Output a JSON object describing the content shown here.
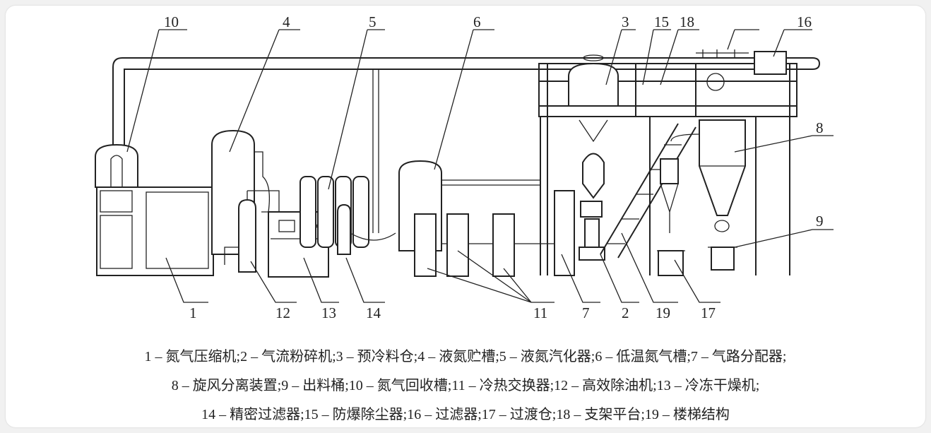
{
  "labels": {
    "n1": "1",
    "n2": "2",
    "n3": "3",
    "n4": "4",
    "n5": "5",
    "n6": "6",
    "n7": "7",
    "n8": "8",
    "n9": "9",
    "n10": "10",
    "n11": "11",
    "n12": "12",
    "n13": "13",
    "n14": "14",
    "n15": "15",
    "n16": "16",
    "n17": "17",
    "n18": "18",
    "n19": "19"
  },
  "caption": {
    "line1": "1 – 氮气压缩机;2 – 气流粉碎机;3 – 预冷料仓;4 – 液氮贮槽;5 – 液氮汽化器;6 – 低温氮气槽;7 – 气路分配器;",
    "line2": "8 – 旋风分离装置;9 – 出料桶;10 – 氮气回收槽;11 – 冷热交换器;12 – 高效除油机;13 – 冷冻干燥机;",
    "line3": "14 – 精密过滤器;15 – 防爆除尘器;16 – 过滤器;17 – 过渡仓;18 – 支架平台;19 – 楼梯结构"
  }
}
